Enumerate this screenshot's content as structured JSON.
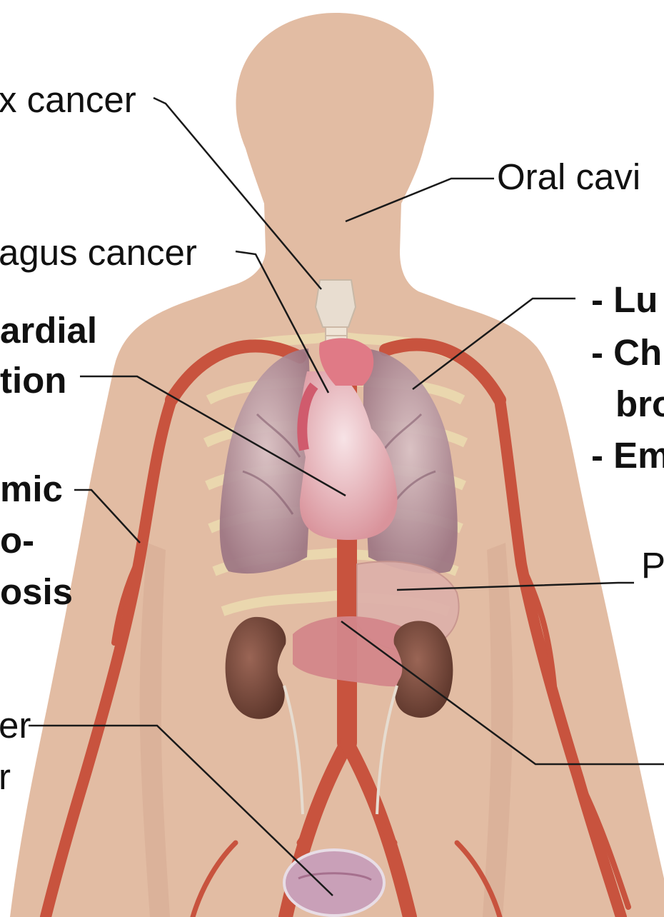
{
  "labels": {
    "larynx": "x cancer",
    "oral_cavity": "Oral cavi",
    "esophagus": "agus cancer",
    "myocardial_1": "ardial",
    "myocardial_2": "tion",
    "lung_1": "- Lu",
    "lung_2": "- Ch",
    "lung_3": "bro",
    "lung_4": "- Em",
    "atheroma_1": "mic",
    "atheroma_2": "o-",
    "atheroma_3": "osis",
    "pancreas": "P",
    "bladder_1": "er",
    "bladder_2": "r"
  },
  "colors": {
    "skin": "#e2bca3",
    "artery": "#c8533e",
    "lung": "#a98790",
    "heart": "#dca0a6",
    "kidney": "#6b4236",
    "pancreas": "#d3868a",
    "bladder": "#c9a0b8",
    "ribs": "#ede0b2",
    "leader_line": "#1a1a1a",
    "text": "#111111"
  },
  "icons": [
    "human-torso-silhouette",
    "heart-icon",
    "lungs-icon",
    "kidney-icon",
    "bladder-icon",
    "larynx-icon",
    "pancreas-icon"
  ]
}
